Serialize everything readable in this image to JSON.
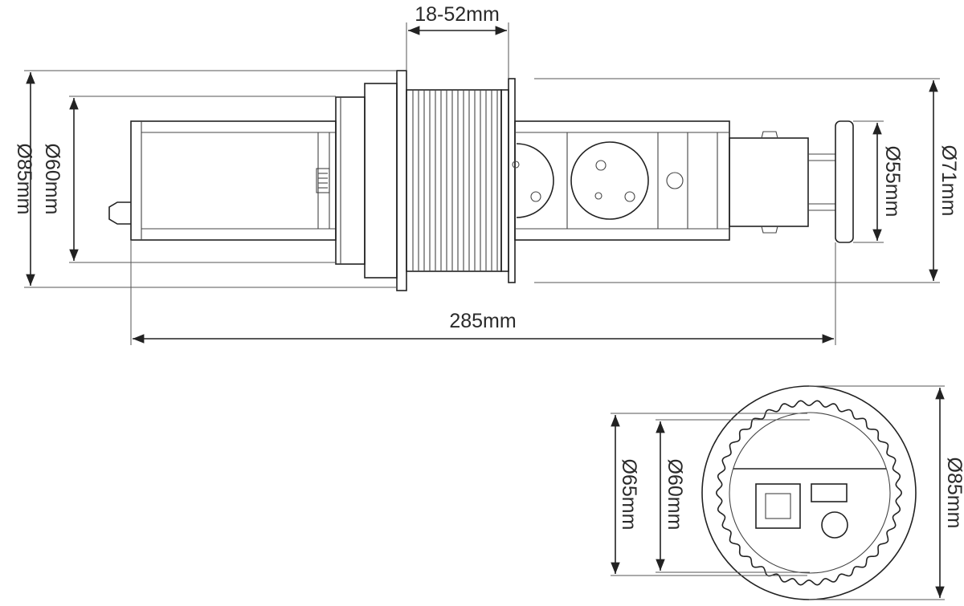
{
  "dimensions": {
    "top_view": {
      "flange_thickness": "18-52mm",
      "outer_diameter": "Ø85mm",
      "housing_diameter": "Ø60mm",
      "total_length": "285mm",
      "collar_diameter": "Ø71mm",
      "cap_diameter": "Ø55mm"
    },
    "end_view": {
      "diameter_65": "Ø65mm",
      "diameter_60": "Ø60mm",
      "diameter_85": "Ø85mm"
    }
  },
  "colors": {
    "line": "#222222",
    "text": "#2a2a2a",
    "background": "#ffffff"
  }
}
